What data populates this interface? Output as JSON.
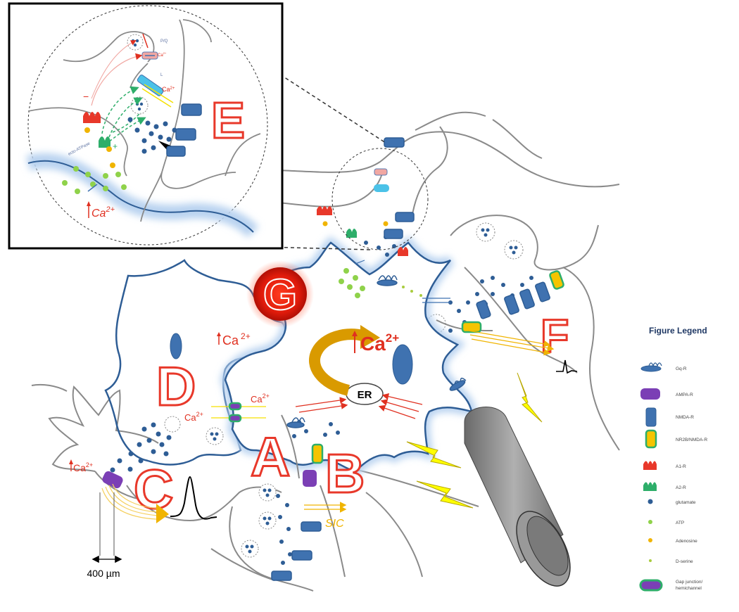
{
  "labels": {
    "a": "A",
    "b": "B",
    "c": "C",
    "d": "D",
    "e": "E",
    "f": "F",
    "g": "G",
    "er": "ER",
    "ca_main": "Ca",
    "ca_main_sup": "2+",
    "ca_d": "Ca",
    "ca_d_sup": "2+",
    "ca_gap_left": "Ca",
    "ca_gap_left_sup": "2+",
    "ca_gap_right": "Ca",
    "ca_gap_right_sup": "2+",
    "ca_c": "Ca",
    "ca_c_sup": "2+",
    "ca_inset": "Ca",
    "ca_inset_sup": "2+",
    "sic": "SIC",
    "scale": "400 µm"
  },
  "inset": {
    "pq": "P/Q",
    "ca_pre": "Ca",
    "ca_pre_sup": "2+",
    "l": "L",
    "ca_l": "Ca",
    "ca_l_sup": "2+",
    "ecto": "ecto-ATPase",
    "minus": "−",
    "plus": "+"
  },
  "legend": {
    "title": "Figure Legend",
    "items": [
      {
        "label": "Gq-R",
        "icon": "gq-receptor-icon"
      },
      {
        "label": "AMPA-R",
        "icon": "ampa-receptor-icon"
      },
      {
        "label": "NMDA-R",
        "icon": "nmda-receptor-icon"
      },
      {
        "label": "NR2B/NMDA-R",
        "icon": "nr2b-receptor-icon"
      },
      {
        "label": "A1-R",
        "icon": "a1-receptor-icon"
      },
      {
        "label": "A2-R",
        "icon": "a2-receptor-icon"
      },
      {
        "label": "glutamate",
        "icon": "glutamate-dot-icon"
      },
      {
        "label": "ATP",
        "icon": "atp-dot-icon"
      },
      {
        "label": "Adenosine",
        "icon": "adenosine-dot-icon"
      },
      {
        "label": "D-serine",
        "icon": "d-serine-dot-icon"
      },
      {
        "label": "Gap junction/",
        "label2": "hemichannel",
        "icon": "gap-junction-icon"
      }
    ]
  },
  "colors": {
    "astro_outline": "#2e5d95",
    "astro_glow": "#b9d3f0",
    "neuron_outline": "#8a8a8a",
    "receptor_blue": "#3f72b0",
    "ampa_purple": "#7b3fb5",
    "nr2b_yellow": "#f5c400",
    "a1_red": "#e8382a",
    "a2_green": "#2eae6a",
    "glutamate": "#2e5d95",
    "atp": "#8fd24a",
    "adenosine": "#f0b400",
    "dserine": "#a9cc3f",
    "ca_red": "#e03020",
    "lightning": "#ffff00",
    "arrow_gold": "#d99a00"
  }
}
